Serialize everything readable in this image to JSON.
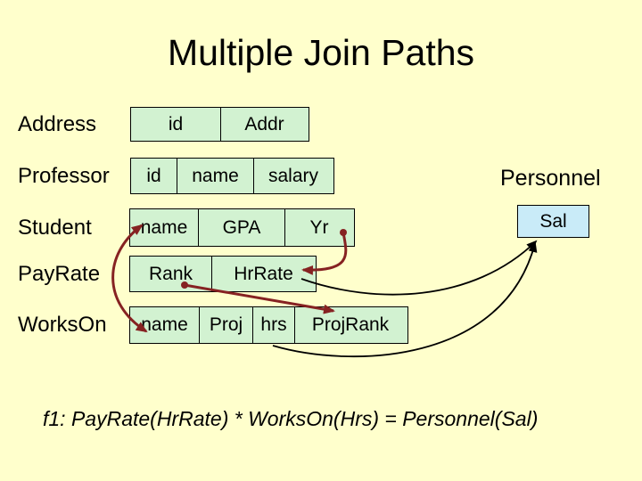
{
  "slide": {
    "title": "Multiple Join Paths",
    "background_color": "#FFFFCC"
  },
  "colors": {
    "relation_cell_green": "#D2F2D1",
    "personnel_cell_blue": "#C9EBF8",
    "join_arrow_red": "#862222",
    "function_arrow_black": "#000000",
    "text": "#000000"
  },
  "relations": [
    {
      "name": "Address",
      "fields": [
        "id",
        "Addr"
      ]
    },
    {
      "name": "Professor",
      "fields": [
        "id",
        "name",
        "salary"
      ]
    },
    {
      "name": "Student",
      "fields": [
        "name",
        "GPA",
        "Yr"
      ]
    },
    {
      "name": "PayRate",
      "fields": [
        "Rank",
        "HrRate"
      ]
    },
    {
      "name": "WorksOn",
      "fields": [
        "name",
        "Proj",
        "hrs",
        "ProjRank"
      ]
    }
  ],
  "personnel": {
    "label": "Personnel",
    "field": "Sal"
  },
  "joins": [
    {
      "from": "Student.name",
      "to": "WorksOn.name",
      "style": "red-double-arrow"
    },
    {
      "from": "Student.Yr",
      "to": "PayRate.HrRate",
      "style": "red-dot-to-arrow"
    },
    {
      "from": "PayRate.Rank",
      "to": "WorksOn.ProjRank",
      "style": "red-dot-to-arrow"
    },
    {
      "from": "PayRate.HrRate",
      "to": "Personnel.Sal",
      "style": "black-arrow"
    },
    {
      "from": "WorksOn.hrs",
      "to": "Personnel.Sal",
      "style": "black-arrow"
    }
  ],
  "formula": {
    "text": "f1: PayRate(HrRate) * WorksOn(Hrs) = Personnel(Sal)"
  }
}
